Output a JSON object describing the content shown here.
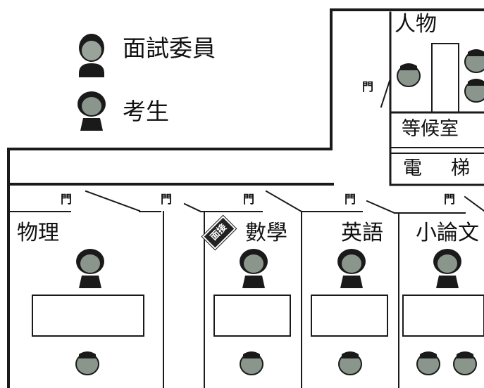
{
  "legend": {
    "interviewer_label": "面試委員",
    "candidate_label": "考生",
    "interviewer_icon": "interviewer-icon",
    "candidate_icon": "candidate-icon"
  },
  "rooms": {
    "physics": "物理",
    "math": "數學",
    "english": "英語",
    "essay": "小論文",
    "personal": "人物",
    "waiting": "等候室",
    "elevator_1": "電",
    "elevator_2": "梯"
  },
  "doors": {
    "label": "門"
  },
  "math_sign": "面接",
  "colors": {
    "line": "#1a1a1a",
    "head_interviewer": "#9aa39a",
    "head_candidate": "#8a968c"
  }
}
